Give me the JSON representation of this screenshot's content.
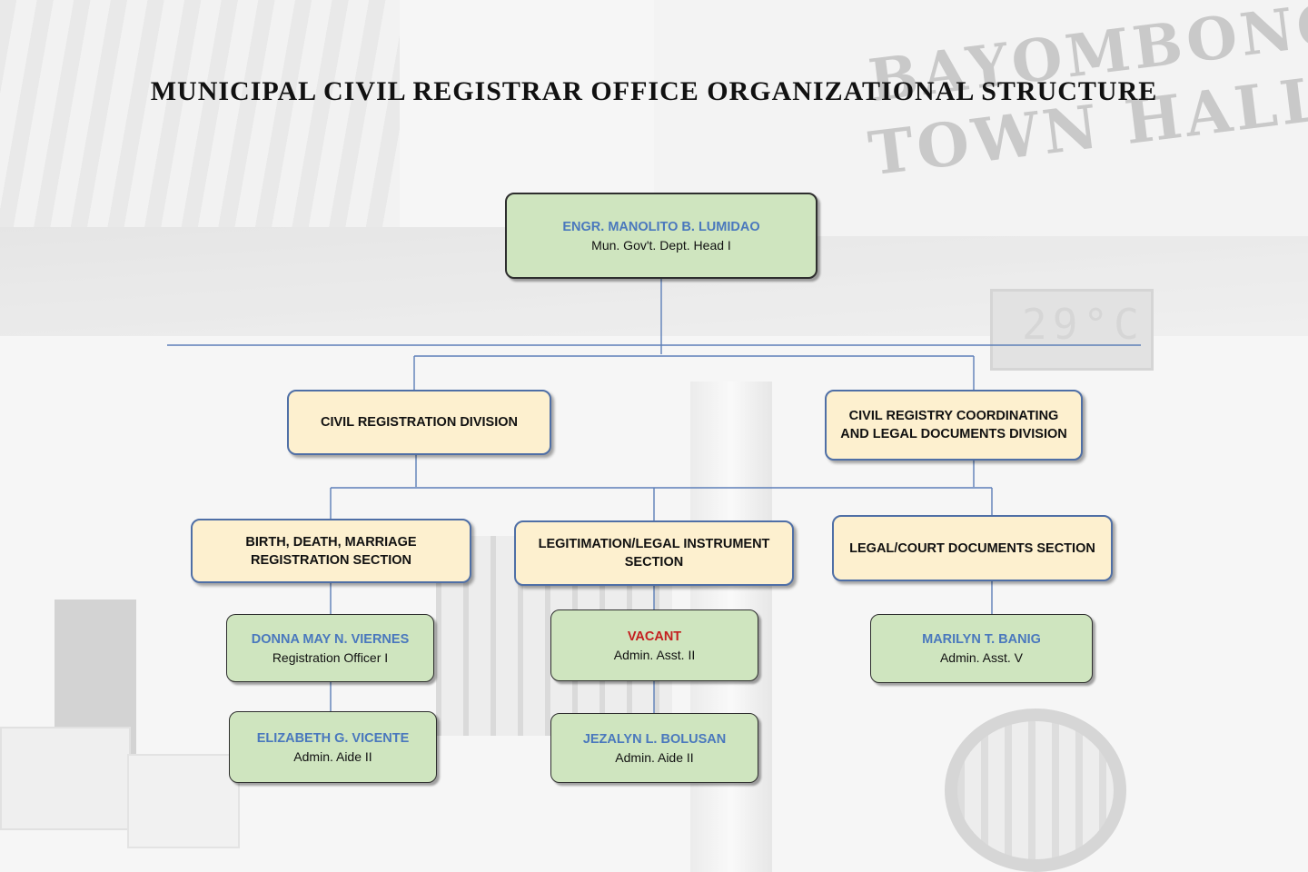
{
  "title": "MUNICIPAL CIVIL REGISTRAR OFFICE ORGANIZATIONAL STRUCTURE",
  "background": {
    "sign_line_1": "BAYOMBONG",
    "sign_line_2": "TOWN HALL",
    "clock_reading": "29°C"
  },
  "colors": {
    "person_box_fill": "#cfe5bf",
    "unit_box_fill": "#fdf0cf",
    "unit_box_border": "#4f6fa6",
    "name_text": "#4a78bd",
    "vacant_text": "#c41e1e",
    "connector_line": "#5d7fb8"
  },
  "head": {
    "name": "ENGR. MANOLITO B. LUMIDAO",
    "position": "Mun. Gov't. Dept. Head I"
  },
  "divisions": [
    {
      "label": "CIVIL REGISTRATION DIVISION"
    },
    {
      "label": "CIVIL REGISTRY COORDINATING AND LEGAL DOCUMENTS DIVISION"
    }
  ],
  "sections": [
    {
      "label": "BIRTH, DEATH, MARRIAGE REGISTRATION SECTION",
      "staff": [
        {
          "name": "DONNA MAY N. VIERNES",
          "position": "Registration Officer I"
        },
        {
          "name": "ELIZABETH G. VICENTE",
          "position": "Admin. Aide II"
        }
      ]
    },
    {
      "label": "LEGITIMATION/LEGAL INSTRUMENT SECTION",
      "staff": [
        {
          "name": "VACANT",
          "position": "Admin. Asst. II",
          "vacant": true
        },
        {
          "name": "JEZALYN L. BOLUSAN",
          "position": "Admin. Aide II"
        }
      ]
    },
    {
      "label": "LEGAL/COURT DOCUMENTS SECTION",
      "staff": [
        {
          "name": "MARILYN T. BANIG",
          "position": "Admin. Asst. V"
        }
      ]
    }
  ]
}
